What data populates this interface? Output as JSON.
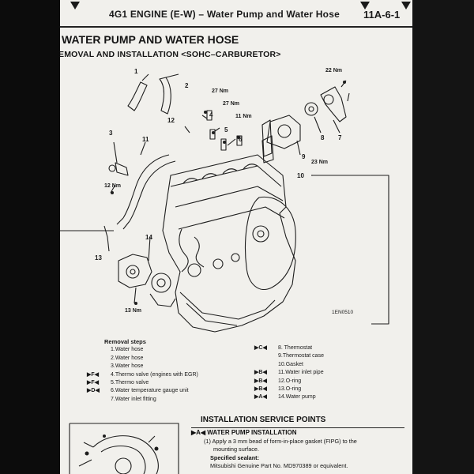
{
  "header": {
    "title": "4G1 ENGINE (E-W) – Water Pump and Water Hose",
    "page": "11A-6-1"
  },
  "section": {
    "title": "WATER PUMP AND WATER HOSE",
    "subtitle": "EMOVAL AND INSTALLATION <SOHC–CARBURETOR>"
  },
  "diagram": {
    "torques": [
      "22 Nm",
      "27 Nm",
      "27 Nm",
      "11 Nm",
      "12 Nm",
      "23 Nm",
      "13 Nm"
    ],
    "parts": [
      "1",
      "2",
      "3",
      "4",
      "5",
      "6",
      "7",
      "8",
      "9",
      "10",
      "11",
      "12",
      "13",
      "14"
    ],
    "figure_code": "1EN0510"
  },
  "removal": {
    "heading": "Removal steps",
    "left_steps": [
      {
        "marker": "",
        "text": "1.Water hose"
      },
      {
        "marker": "",
        "text": "2.Water hose"
      },
      {
        "marker": "",
        "text": "3.Water hose"
      },
      {
        "marker": "▶F◀",
        "text": "4.Thermo valve (engines with EGR)"
      },
      {
        "marker": "▶F◀",
        "text": "5.Thermo valve"
      },
      {
        "marker": "▶D◀",
        "text": "6.Water temperature gauge unit"
      },
      {
        "marker": "",
        "text": "7.Water inlet fitting"
      }
    ],
    "right_steps": [
      {
        "marker": "▶C◀",
        "text": "8. Thermostat"
      },
      {
        "marker": "",
        "text": "9.Thermostat case"
      },
      {
        "marker": "",
        "text": "10.Gasket"
      },
      {
        "marker": "▶B◀",
        "text": "11.Water inlet pipe"
      },
      {
        "marker": "▶B◀",
        "text": "12.O-ring"
      },
      {
        "marker": "▶B◀",
        "text": "13.O-ring"
      },
      {
        "marker": "▶A◀",
        "text": "14.Water pump"
      }
    ]
  },
  "install": {
    "title": "INSTALLATION SERVICE POINTS",
    "sub": "▶A◀ WATER PUMP INSTALLATION",
    "line1": "(1) Apply a 3 mm bead of form-in-place gasket (FIPG) to the",
    "line2": "mounting surface.",
    "sealant_label": "Specified sealant:",
    "sealant_value": "Mitsubishi Genuine Part No. MD970389 or equivalent."
  },
  "colors": {
    "paper": "#f1f0ec",
    "ink": "#1a1a1a",
    "background": "#0a0a0a"
  }
}
